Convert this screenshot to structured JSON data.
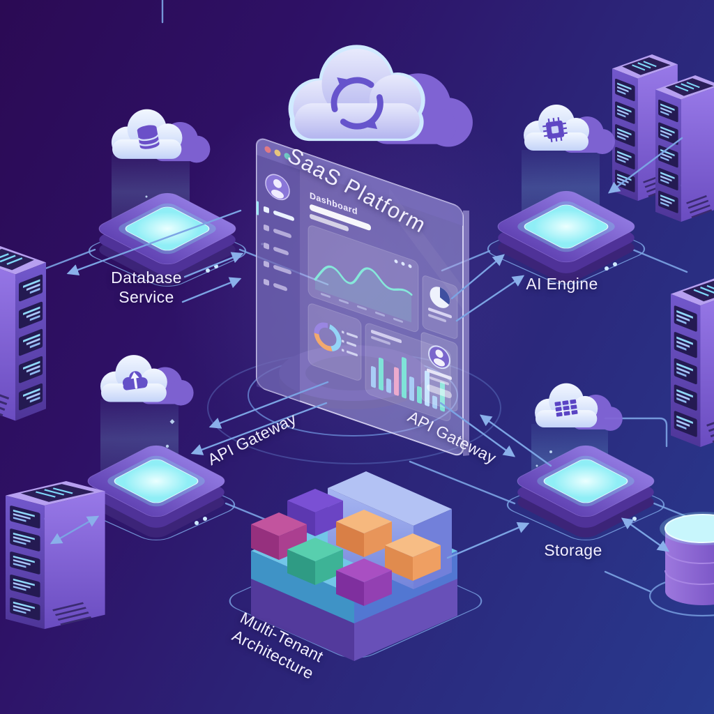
{
  "scene_title": "SaaS Platform",
  "colors": {
    "background_top_left": "#2b0a54",
    "background_bottom_right": "#283a8e",
    "connection_line": "#7ca4e4",
    "platform_glow": "#9ff0fa",
    "label_text": "#f2efff"
  },
  "nodes": {
    "saas_platform": {
      "label": "SaaS Platform",
      "icon": "sync-icon"
    },
    "database_service": {
      "label": "Database Service",
      "icon": "database-icon"
    },
    "ai_engine": {
      "label": "AI Engine",
      "icon": "chip-icon"
    },
    "api_gateway_left": {
      "label": "API Gateway",
      "icon": "cloud-upload-icon"
    },
    "api_gateway_right": {
      "label": "API Gateway",
      "icon": "storage-grid-icon"
    },
    "storage": {
      "label": "Storage",
      "icon": "storage-grid-icon"
    },
    "multi_tenant": {
      "label": "Multi-Tenant Architecture"
    }
  },
  "dashboard": {
    "title": "Dashboard"
  }
}
